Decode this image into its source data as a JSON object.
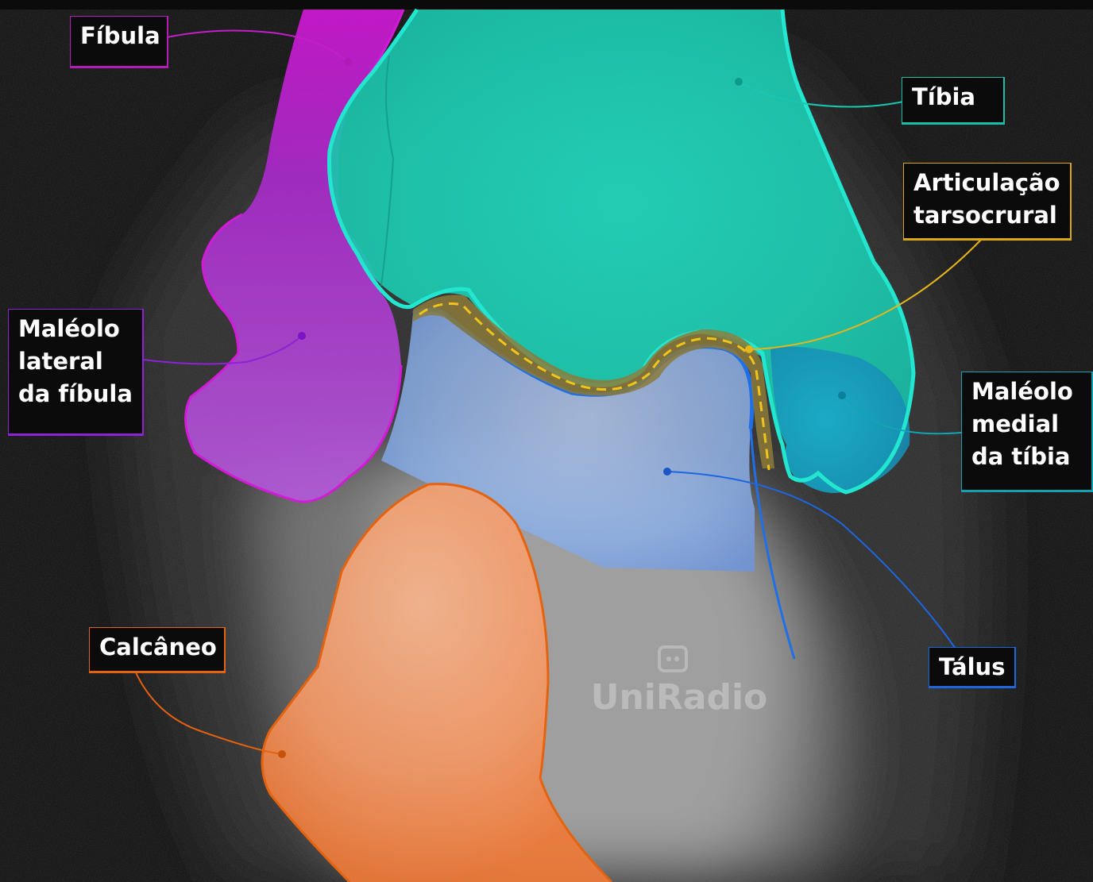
{
  "watermark": "UniRadio",
  "colors": {
    "background": "#0e0e0e",
    "fibula": "#d21bd6",
    "lateral_malleolus": "#a637d6",
    "tibia": "#19e3c8",
    "joint": "#d8b21a",
    "medial_malleolus": "#1aa8cc",
    "talus": "#1f6fe6",
    "calcaneus": "#ef6a1c"
  },
  "labels": {
    "fibula": {
      "lines": [
        "Fíbula"
      ]
    },
    "tibia": {
      "lines": [
        "Tíbia"
      ]
    },
    "joint": {
      "lines": [
        "Articulação",
        "tarsocrural"
      ]
    },
    "lateral_malleolus": {
      "lines": [
        "Maléolo",
        "lateral",
        "da fíbula"
      ]
    },
    "medial_malleolus": {
      "lines": [
        "Maléolo",
        "medial",
        "da tíbia"
      ]
    },
    "talus": {
      "lines": [
        "Tálus"
      ]
    },
    "calcaneus": {
      "lines": [
        "Calcâneo"
      ]
    }
  }
}
